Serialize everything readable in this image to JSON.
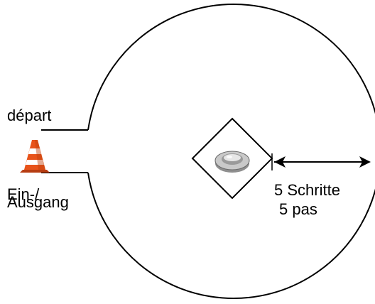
{
  "diagram": {
    "labels": {
      "start_fr": "départ",
      "entrance_de_line1": "Ein-/",
      "entrance_de_line2": "Ausgang",
      "distance_de": "5 Schritte",
      "distance_fr": "5 pas"
    },
    "icons": {
      "start_marker": "traffic-cone-icon",
      "center_marker": "food-bowl-icon"
    },
    "colors": {
      "line": "#000000",
      "cone_orange": "#e8531a",
      "cone_stripe": "#ffffff",
      "bowl_metal": "#b8b8b8",
      "background": "#ffffff"
    }
  }
}
